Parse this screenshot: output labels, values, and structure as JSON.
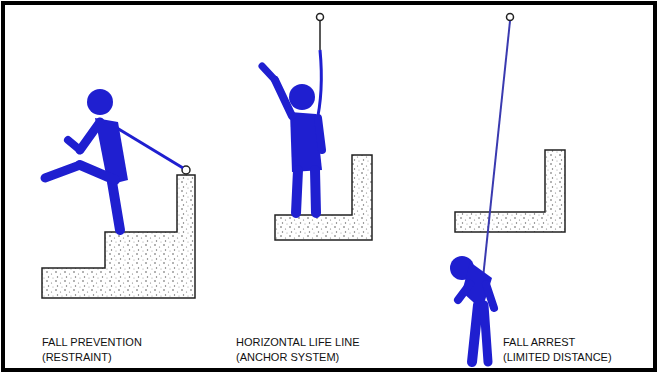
{
  "diagram": {
    "labels": [
      "FALL PREVENTION (RESTRAINT)",
      "HORIZONTAL LIFE LINE (ANCHOR SYSTEM)",
      "FALL ARREST (LIMITED DISTANCE)"
    ]
  }
}
